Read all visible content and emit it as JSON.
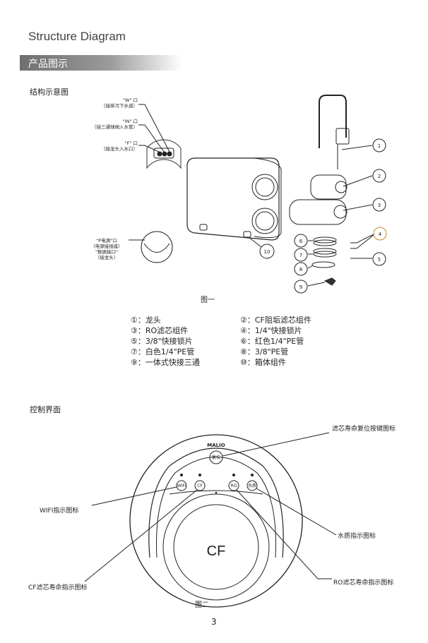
{
  "header": {
    "title": "Structure Diagram",
    "banner": "产品图示"
  },
  "section1": {
    "heading": "结构示意图",
    "ports": [
      {
        "name": "\"W\" 口",
        "desc": "（接排污下水道）"
      },
      {
        "name": "\"IN\" 口",
        "desc": "（接三通球阀入水管）"
      },
      {
        "name": "\"F\" 口",
        "desc": "（接龙头入水口）"
      }
    ],
    "power_port": {
      "lines": [
        "\"P电源\"口",
        "（电源接插座）",
        "\"数据接口\"",
        "（接龙头）"
      ]
    },
    "callouts": [
      "1",
      "2",
      "3",
      "4",
      "5",
      "6",
      "7",
      "8",
      "9",
      "10"
    ],
    "caption": "图一",
    "legend": [
      "①：龙头",
      "②：CF阻垢滤芯组件",
      "③：RO滤芯组件",
      "④：1/4\"快接锁片",
      "⑤：3/8\"快接锁片",
      "⑥：红色1/4\"PE管",
      "⑦：白色1/4\"PE管",
      "⑧：3/8\"PE管",
      "⑨：一体式快接三通",
      "⑩：箱体组件"
    ]
  },
  "section2": {
    "heading": "控制界面",
    "brand": "MALIO",
    "reset_button": "复位",
    "icons": [
      "WiFi",
      "CF",
      "RO",
      "水质"
    ],
    "cf_label": "CF",
    "labels": {
      "reset": "滤芯寿命复位按键图标",
      "wifi": "WIFI指示图标",
      "water": "水质指示图标",
      "cf": "CF滤芯寿命指示图标",
      "ro": "RO滤芯寿命指示图标"
    },
    "caption": "图二"
  },
  "page_number": "3"
}
